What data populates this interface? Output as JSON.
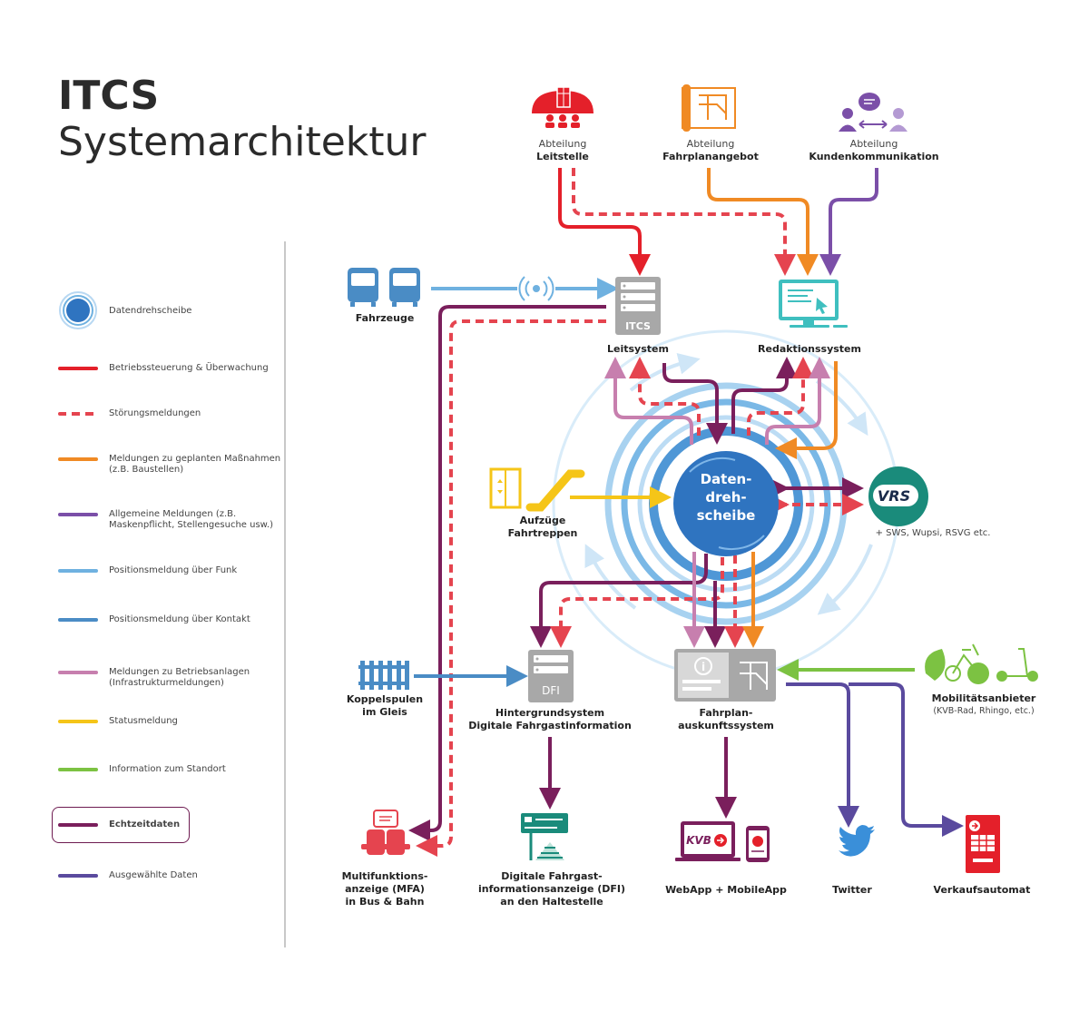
{
  "title": {
    "main": "ITCS",
    "sub": "Systemarchitektur"
  },
  "colors": {
    "red": "#e4202a",
    "red_dashed": "#e5444f",
    "orange": "#f08a24",
    "purple": "#7b4fa8",
    "light_blue": "#6fb1e0",
    "mid_blue": "#4a8cc5",
    "pink": "#c77fae",
    "yellow": "#f5c518",
    "green": "#7cc242",
    "maroon": "#7a1f5c",
    "indigo": "#5a4a9e",
    "hub_blue": "#2f74c0",
    "gray": "#a8a8a8",
    "teal": "#3fbfbf"
  },
  "legend": [
    {
      "label": "Datendrehscheibe",
      "icon": "hub-icon"
    },
    {
      "label": "Betriebssteuerung & Überwachung",
      "color": "#e4202a",
      "style": "solid"
    },
    {
      "label": "Störungsmeldungen",
      "color": "#e5444f",
      "style": "dashed"
    },
    {
      "label": "Meldungen zu geplanten Maßnahmen (z.B. Baustellen)",
      "color": "#f08a24",
      "style": "solid"
    },
    {
      "label": "Allgemeine Meldungen (z.B. Maskenpflicht, Stellengesuche usw.)",
      "color": "#7b4fa8",
      "style": "solid"
    },
    {
      "label": "Positionsmeldung über Funk",
      "color": "#6fb1e0",
      "style": "solid"
    },
    {
      "label": "Positionsmeldung über Kontakt",
      "color": "#4a8cc5",
      "style": "solid"
    },
    {
      "label": "Meldungen zu Betriebsanlagen (Infrastrukturmeldungen)",
      "color": "#c77fae",
      "style": "solid"
    },
    {
      "label": "Statusmeldung",
      "color": "#f5c518",
      "style": "solid"
    },
    {
      "label": "Information zum Standort",
      "color": "#7cc242",
      "style": "solid"
    },
    {
      "label": "Echtzeitdaten",
      "color": "#7a1f5c",
      "style": "solid",
      "highlighted": true
    },
    {
      "label": "Ausgewählte Daten",
      "color": "#5a4a9e",
      "style": "solid"
    }
  ],
  "nodes": {
    "leitstelle": {
      "line1": "Abteilung",
      "line2": "Leitstelle"
    },
    "fahrplanangebot": {
      "line1": "Abteilung",
      "line2": "Fahrplanangebot"
    },
    "kundenkommunikation": {
      "line1": "Abteilung",
      "line2": "Kundenkommunikation"
    },
    "fahrzeuge": {
      "label": "Fahrzeuge"
    },
    "leitsystem": {
      "label": "Leitsystem",
      "badge": "ITCS"
    },
    "redaktionssystem": {
      "label": "Redaktionssystem"
    },
    "hub": {
      "line1": "Daten-",
      "line2": "dreh-",
      "line3": "scheibe"
    },
    "aufzuege": {
      "line1": "Aufzüge",
      "line2": "Fahrtreppen"
    },
    "vrs": {
      "badge": "VRS",
      "note": "+ SWS, Wupsi, RSVG etc."
    },
    "koppelspulen": {
      "line1": "Koppelspulen",
      "line2": "im Gleis"
    },
    "hintergrundsystem": {
      "line1": "Hintergrundsystem",
      "line2": "Digitale Fahrgastinformation",
      "badge": "DFI"
    },
    "fahrplanauskunft": {
      "line1": "Fahrplan-",
      "line2": "auskunftssystem"
    },
    "mobilitaet": {
      "line1": "Mobilitätsanbieter",
      "line2": "(KVB-Rad, Rhingo, etc.)"
    },
    "mfa": {
      "line1": "Multifunktions-",
      "line2": "anzeige (MFA)",
      "line3": "in Bus & Bahn"
    },
    "dfi_anzeige": {
      "line1": "Digitale Fahrgast-",
      "line2": "informationsanzeige (DFI)",
      "line3": "an den Haltestelle"
    },
    "webapp": {
      "label": "WebApp + MobileApp",
      "badge": "KVB"
    },
    "twitter": {
      "label": "Twitter"
    },
    "automat": {
      "label": "Verkaufsautomat"
    }
  }
}
